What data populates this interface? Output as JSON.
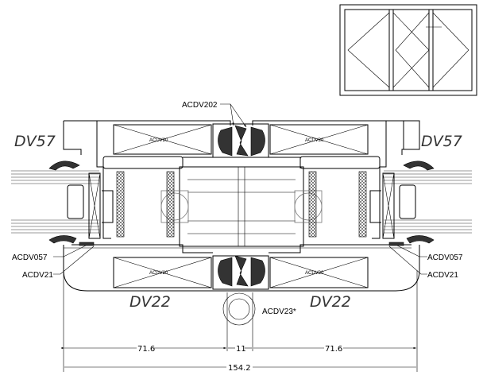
{
  "labels": {
    "acdv202": "ACDV202",
    "dv57_left": "DV57",
    "dv57_right": "DV57",
    "acdv057_left": "ACDV057",
    "acdv21_left": "ACDV21",
    "acdv057_right": "ACDV057",
    "acdv21_right": "ACDV21",
    "dv22_left": "DV22",
    "dv22_right": "DV22",
    "acdv23": "ACDV23*",
    "acdv20": "ACDV20"
  },
  "dimensions": {
    "left": "71.6",
    "middle": "11",
    "right": "71.6",
    "overall": "154.2"
  },
  "thumbnail": {
    "panels": 3,
    "type": "bi-fold door elevation"
  }
}
